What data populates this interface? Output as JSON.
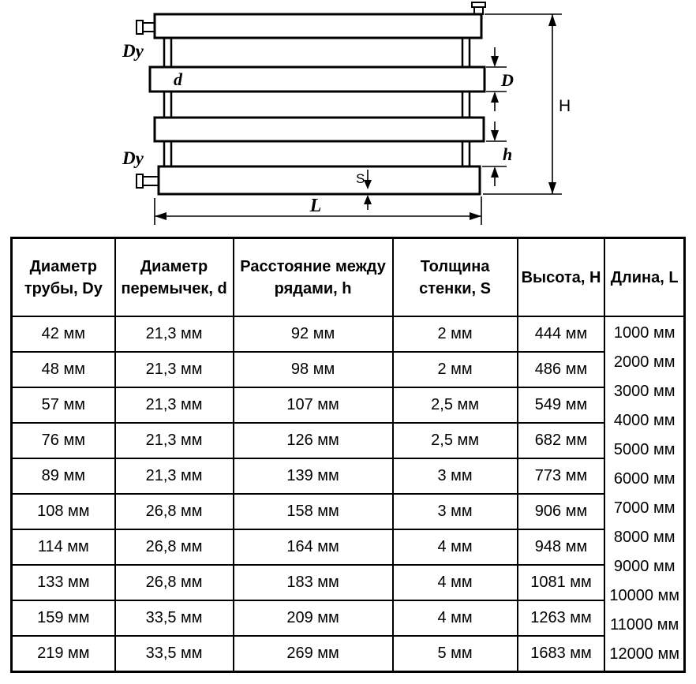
{
  "diagram": {
    "labels": {
      "dy_top": "Dy",
      "d": "d",
      "dy_bottom": "Dy",
      "D": "D",
      "H": "H",
      "h": "h",
      "S": "S",
      "L": "L"
    }
  },
  "table": {
    "headers": [
      "Диаметр трубы, Dy",
      "Диаметр перемычек, d",
      "Расстояние между рядами, h",
      "Толщина стенки, S",
      "Высота, H",
      "Длина, L"
    ],
    "rows": [
      [
        "42 мм",
        "21,3 мм",
        "92 мм",
        "2 мм",
        "444 мм"
      ],
      [
        "48 мм",
        "21,3 мм",
        "98 мм",
        "2 мм",
        "486 мм"
      ],
      [
        "57 мм",
        "21,3 мм",
        "107 мм",
        "2,5 мм",
        "549 мм"
      ],
      [
        "76 мм",
        "21,3 мм",
        "126 мм",
        "2,5 мм",
        "682 мм"
      ],
      [
        "89 мм",
        "21,3 мм",
        "139 мм",
        "3 мм",
        "773 мм"
      ],
      [
        "108 мм",
        "26,8 мм",
        "158 мм",
        "3 мм",
        "906 мм"
      ],
      [
        "114 мм",
        "26,8 мм",
        "164 мм",
        "4 мм",
        "948 мм"
      ],
      [
        "133 мм",
        "26,8 мм",
        "183 мм",
        "4 мм",
        "1081 мм"
      ],
      [
        "159 мм",
        "33,5 мм",
        "209 мм",
        "4 мм",
        "1263 мм"
      ],
      [
        "219 мм",
        "33,5 мм",
        "269 мм",
        "5 мм",
        "1683 мм"
      ]
    ],
    "length_values": [
      "1000 мм",
      "2000 мм",
      "3000 мм",
      "4000 мм",
      "5000 мм",
      "6000 мм",
      "7000 мм",
      "8000 мм",
      "9000 мм",
      "10000 мм",
      "11000 мм",
      "12000 мм"
    ]
  }
}
